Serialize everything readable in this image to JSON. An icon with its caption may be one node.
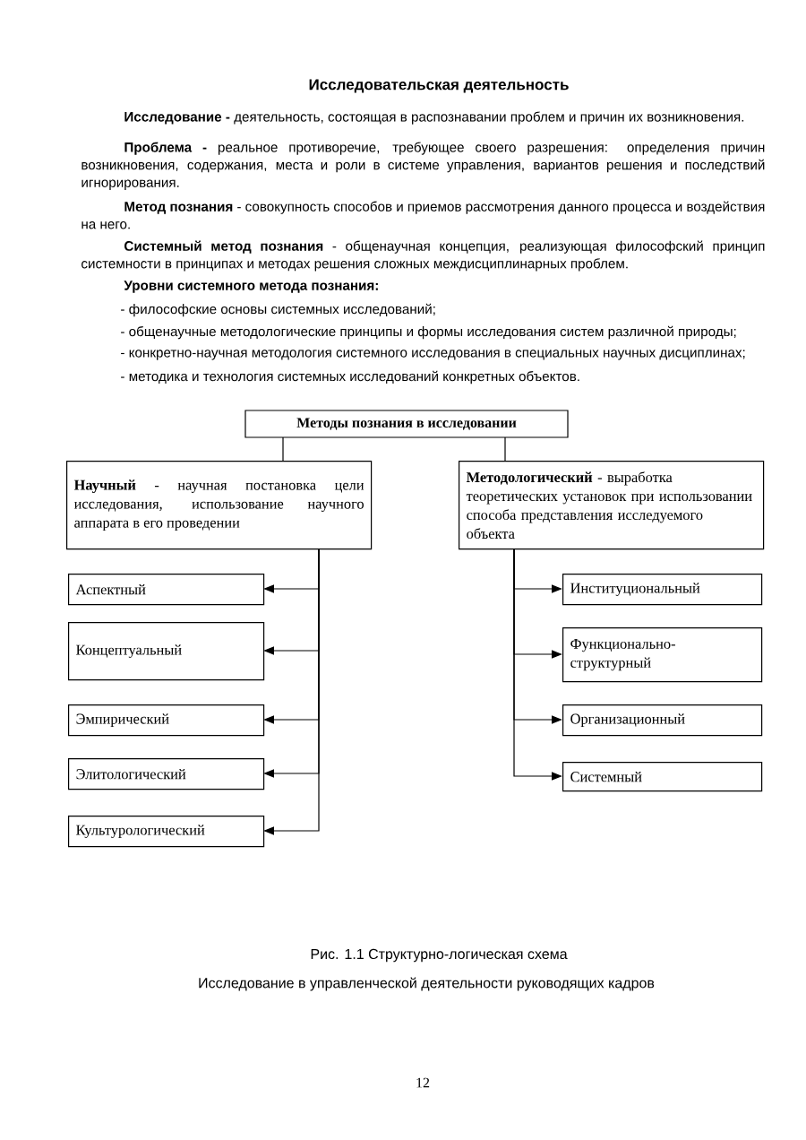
{
  "diagram": {
    "title": "Исследовательская деятельность",
    "nodes": [
      {
        "text": [
          "Методы познания в исследовании"
        ]
      },
      {
        "text": [
          "**Научный** - научная постановка цели исследования, использование научного аппарата в его проведении"
        ]
      },
      {
        "text": [
          "**Методологический** - выработка теоретических установок при использовании способа представления исследуемого объекта"
        ]
      },
      {
        "text": [
          "Аспектный"
        ]
      },
      {
        "text": [
          "Концептуальный"
        ]
      },
      {
        "text": [
          "Эмпирический"
        ]
      },
      {
        "text": [
          "Элитологический"
        ]
      },
      {
        "text": [
          "Культурологический"
        ]
      },
      {
        "text": [
          "Институциональный"
        ]
      },
      {
        "text": [
          "Функционально-структурный"
        ]
      },
      {
        "text": [
          "Организационный"
        ]
      },
      {
        "text": [
          "Системный"
        ]
      }
    ],
    "edges": [
      {
        "from": 0,
        "to": 1,
        "arrow": "none"
      },
      {
        "from": 0,
        "to": 2,
        "arrow": "none"
      },
      {
        "from": 1,
        "to": 3,
        "arrow": "to"
      },
      {
        "from": 1,
        "to": 4,
        "arrow": "to"
      },
      {
        "from": 1,
        "to": 5,
        "arrow": "to"
      },
      {
        "from": 1,
        "to": 6,
        "arrow": "to"
      },
      {
        "from": 1,
        "to": 7,
        "arrow": "to"
      },
      {
        "from": 2,
        "to": 8,
        "arrow": "to"
      },
      {
        "from": 2,
        "to": 9,
        "arrow": "to"
      },
      {
        "from": 2,
        "to": 10,
        "arrow": "to"
      },
      {
        "from": 2,
        "to": 11,
        "arrow": "to"
      }
    ],
    "labels": [
      "**Исследование -** деятельность, состоящая в распознавании проблем и причин их возникновения.",
      "**Проблема -** реальное противоречие, требующее своего разрешения: определения причин возникновения, содержания, места и роли в системе управления, вариантов решения и последствий игнорирования.",
      "**Метод познания** - совокупность способов и приемов рассмотрения данного процесса и воздействия на него.",
      "**Системный метод познания** - общенаучная концепция, реализующая философский принцип системности в принципах и методах решения сложных междисциплинарных проблем.",
      "Уровни системного метода познания:",
      "- философские основы системных исследований;",
      "- общенаучные методологические принципы и формы исследования систем различной природы;",
      "- конкретно-научная методология системного исследования в специальных научных дисциплинах;",
      "- методика и технология системных исследований конкретных объектов.",
      "Исследование в управленческой деятельности руководящих кадров",
      "12"
    ],
    "caption": "Рис. 1.1  Структурно-логическая схема"
  }
}
